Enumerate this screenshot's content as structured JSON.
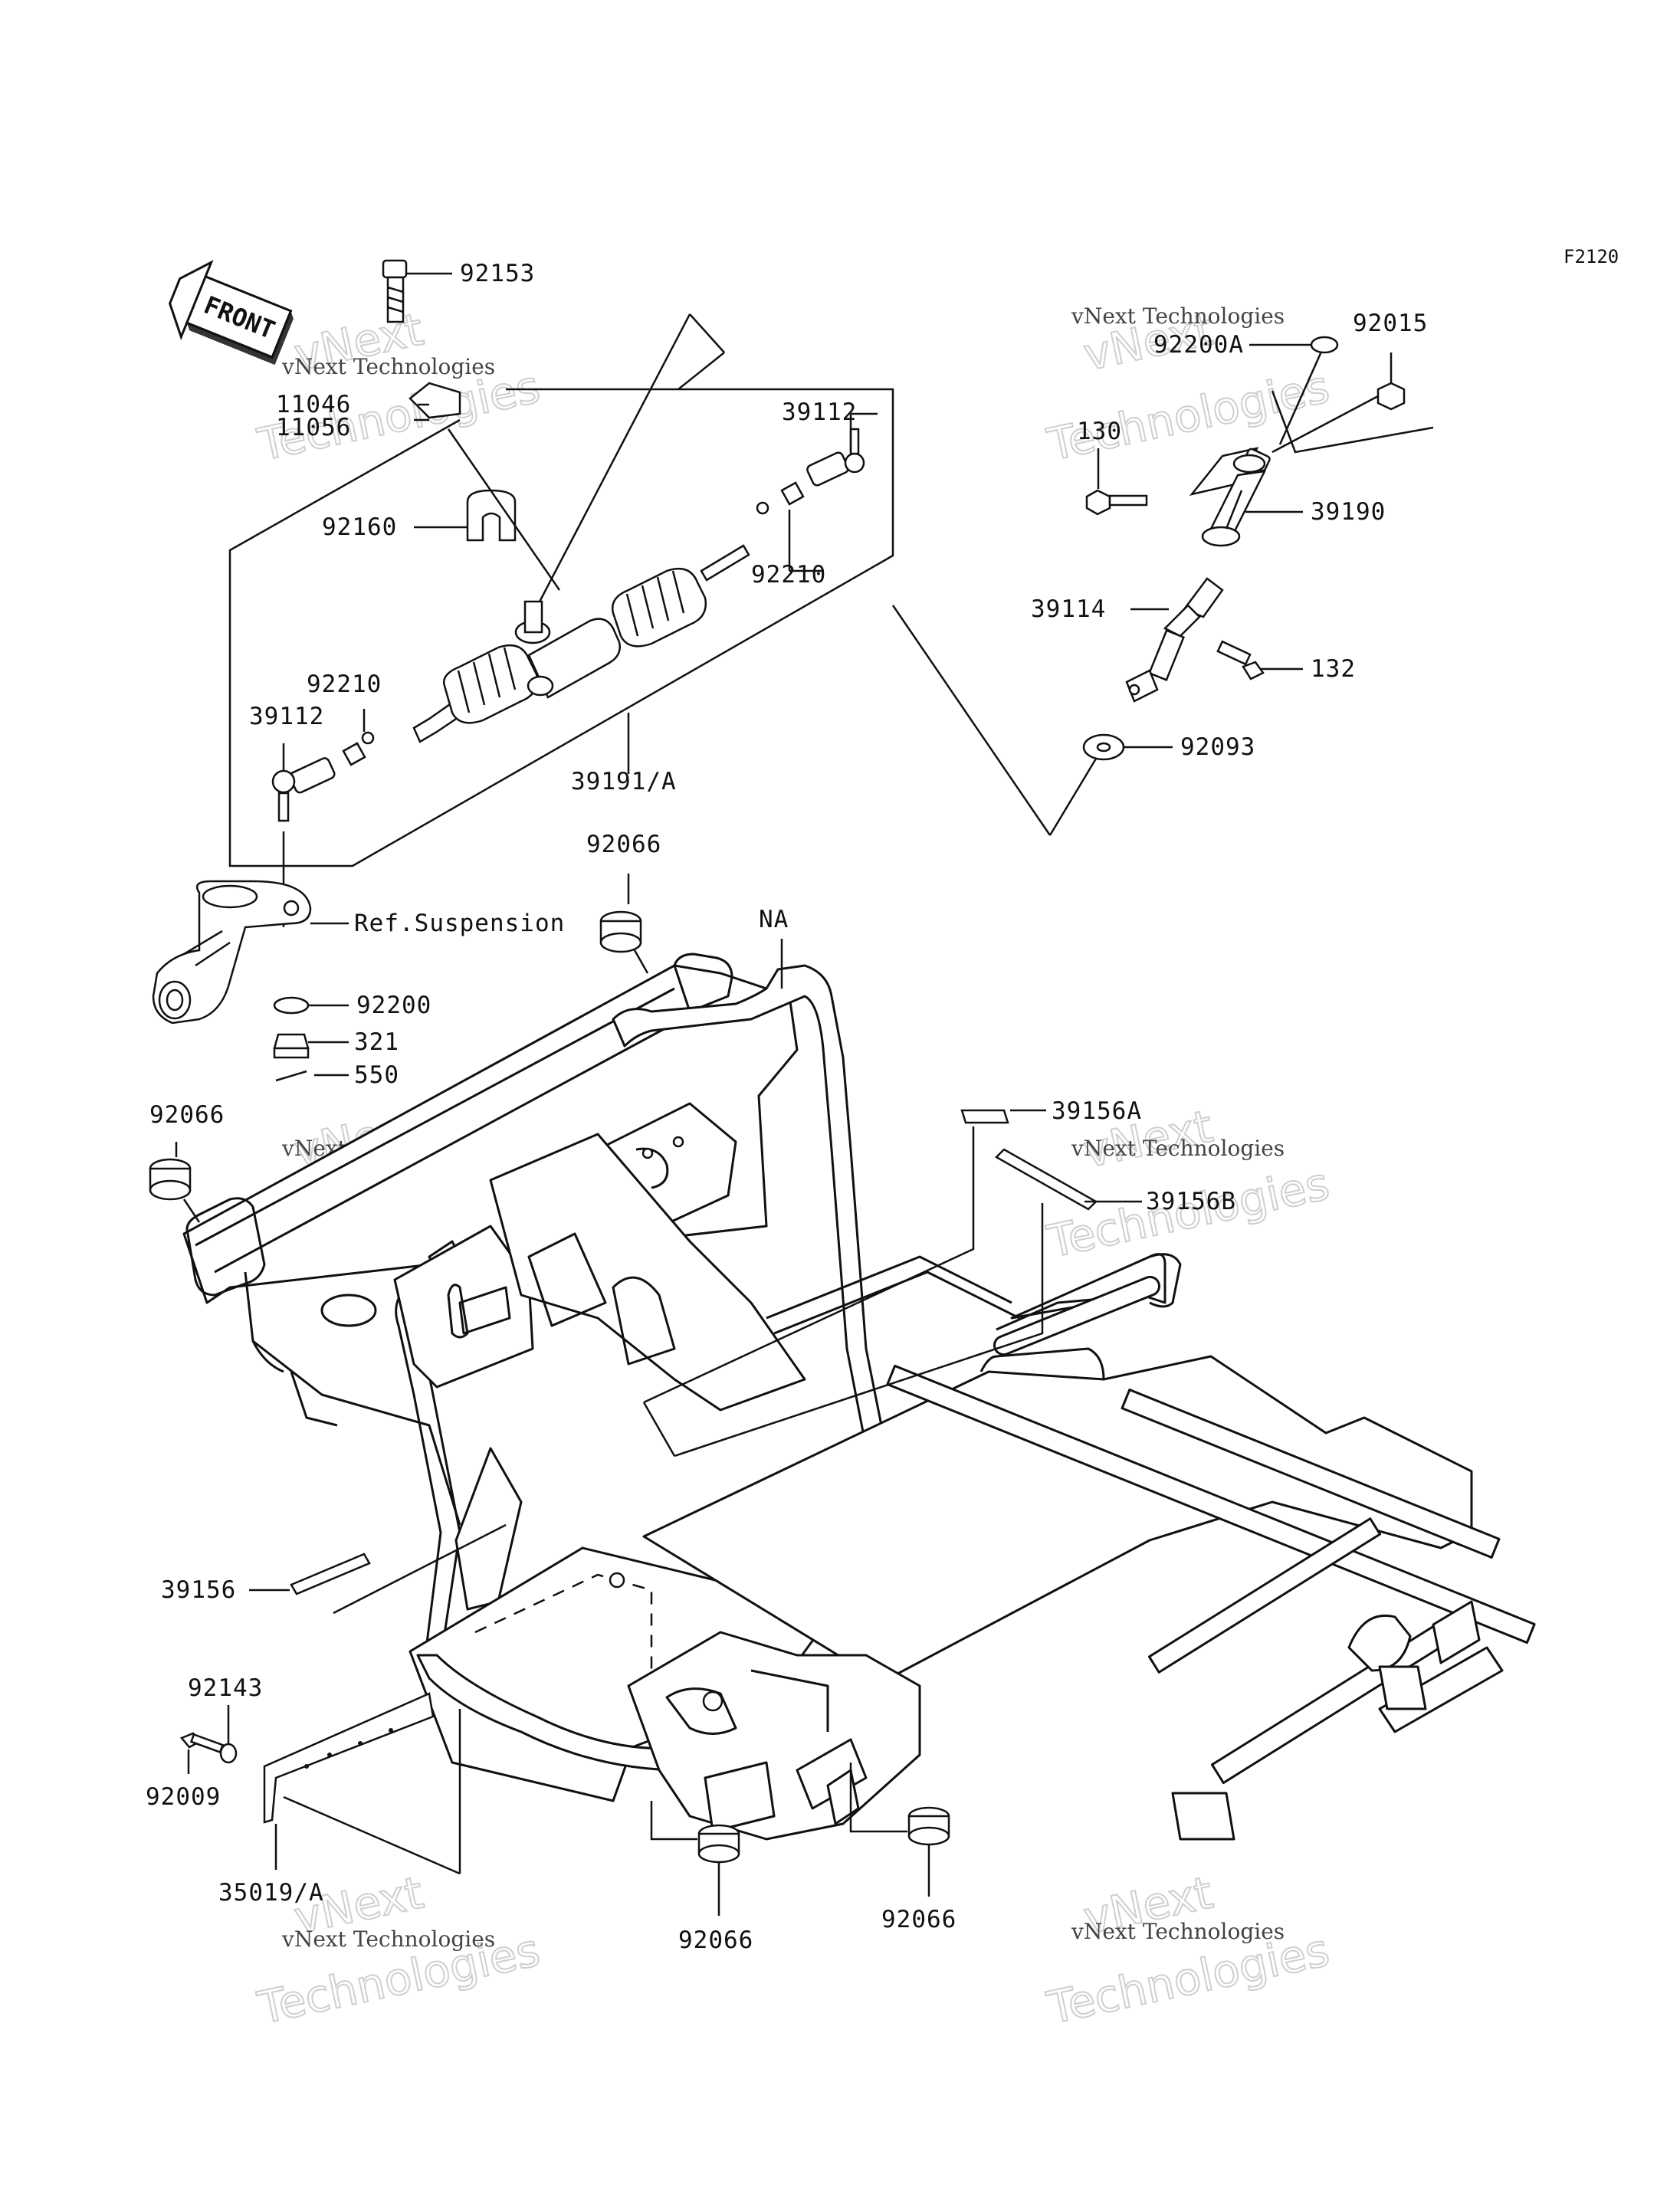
{
  "page_code": "F2120",
  "front_arrow": {
    "label": "FRONT"
  },
  "watermark": {
    "small": "vNext Technologies",
    "big": "Technologies",
    "small2": "vNext"
  },
  "callouts": {
    "c92153": "92153",
    "c11046": "11046",
    "c11056": "11056",
    "c92160": "92160",
    "c39112a": "39112",
    "c92210a": "92210",
    "c92210b": "92210",
    "c39112b": "39112",
    "c39191": "39191/A",
    "c92066top": "92066",
    "cNA": "NA",
    "cRef": "Ref.Suspension",
    "c92200": "92200",
    "c321": "321",
    "c550": "550",
    "c92066left": "92066",
    "c92200A": "92200A",
    "c92015": "92015",
    "c130": "130",
    "c39190": "39190",
    "c39114": "39114",
    "c132": "132",
    "c92093": "92093",
    "c39156A": "39156A",
    "c39156B": "39156B",
    "c39156": "39156",
    "c92143": "92143",
    "c92009": "92009",
    "c35019": "35019/A",
    "c92066b1": "92066",
    "c92066b2": "92066"
  }
}
